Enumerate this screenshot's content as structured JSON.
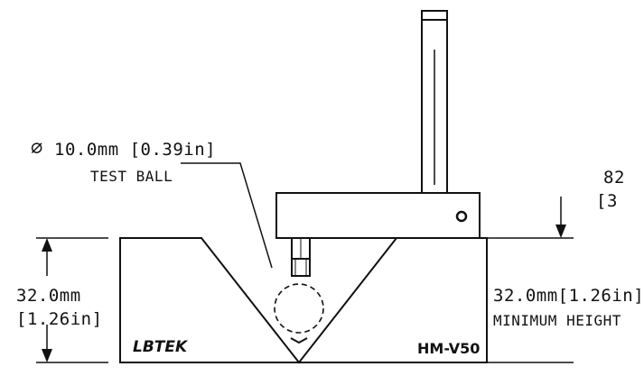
{
  "ball": {
    "diameter_symbol": "∅",
    "diameter_text": "10.0mm [0.39in]",
    "caption": "TEST BALL"
  },
  "left_dim": {
    "mm": "32.0mm",
    "inch": "[1.26in]"
  },
  "right_dim": {
    "text": "32.0mm[1.26in]",
    "caption": "MINIMUM HEIGHT"
  },
  "top_right_dim": {
    "mm_partial": "82",
    "inch_partial": "[3"
  },
  "block": {
    "brand": "LBTEK",
    "model": "HM-V50"
  }
}
